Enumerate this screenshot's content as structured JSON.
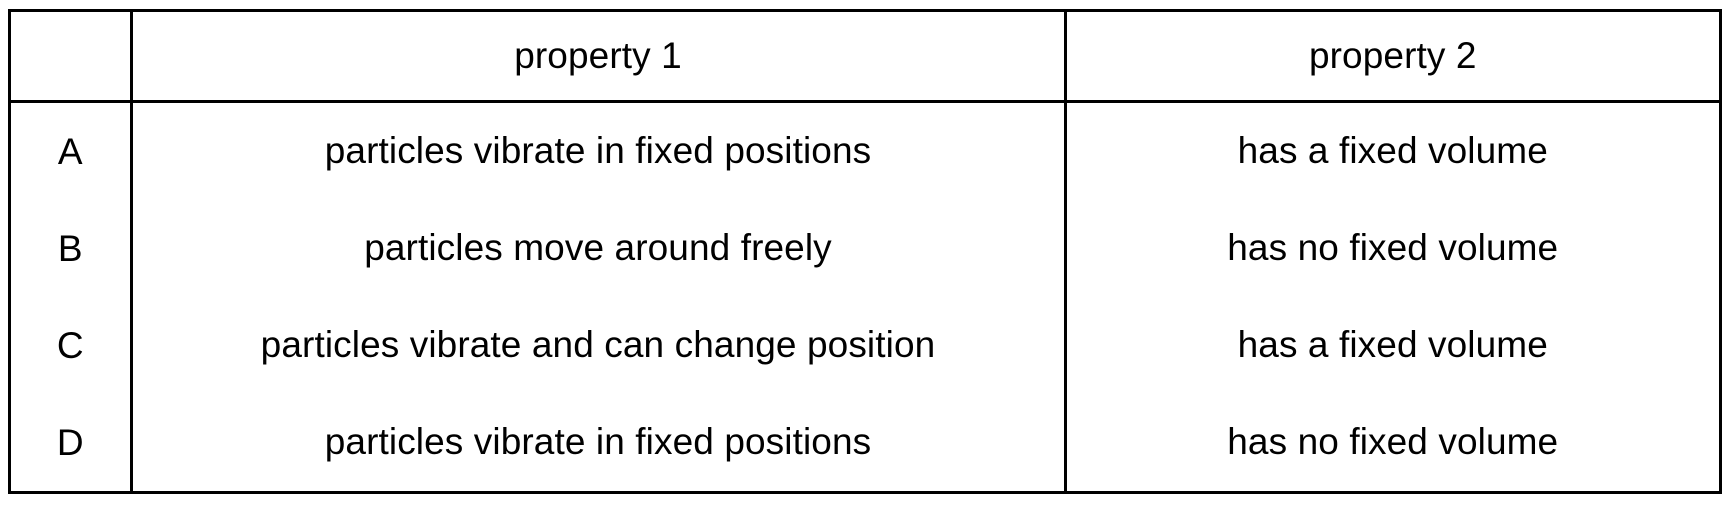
{
  "table": {
    "columns": [
      {
        "key": "label",
        "header": ""
      },
      {
        "key": "property1",
        "header": "property 1"
      },
      {
        "key": "property2",
        "header": "property 2"
      }
    ],
    "rows": [
      {
        "label": "A",
        "property1": "particles vibrate in fixed positions",
        "property2": "has a fixed volume"
      },
      {
        "label": "B",
        "property1": "particles move around freely",
        "property2": "has no fixed volume"
      },
      {
        "label": "C",
        "property1": "particles vibrate and can change position",
        "property2": "has a fixed volume"
      },
      {
        "label": "D",
        "property1": "particles vibrate in fixed positions",
        "property2": "has no fixed volume"
      }
    ]
  },
  "style": {
    "border_color": "#000000",
    "text_color": "#000000",
    "background": "#ffffff"
  }
}
